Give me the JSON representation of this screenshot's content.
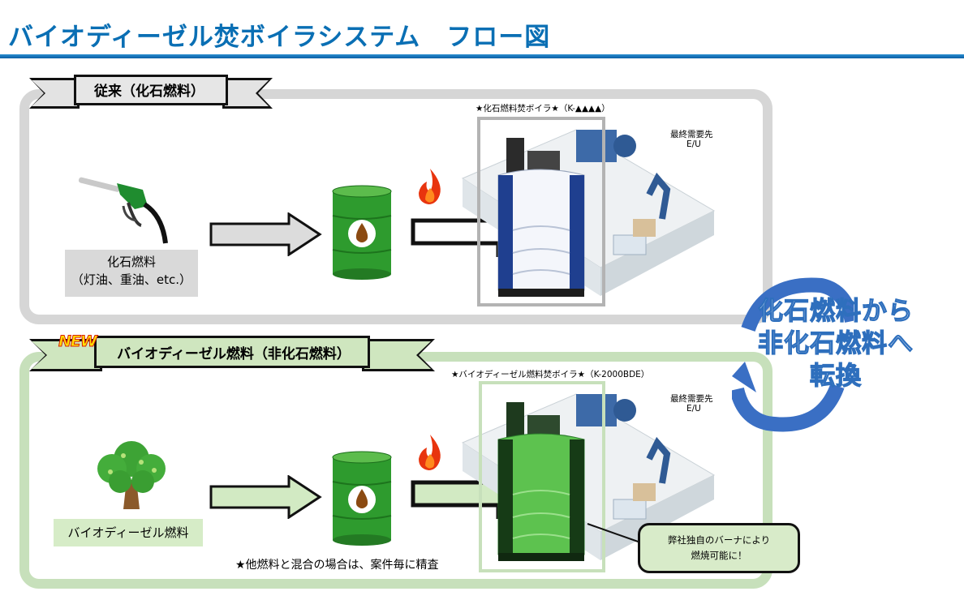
{
  "title": "バイオディーゼル焚ボイラシステム　フロー図",
  "new_badge": "NEW",
  "fossil": {
    "banner": "従来（化石燃料）",
    "source_line1": "化石燃料",
    "source_line2": "（灯油、重油、etc.）",
    "boiler_caption": "★化石燃料焚ボイラ★（K-▲▲▲▲）",
    "end_user_line1": "最終需要先",
    "end_user_line2": "E/U"
  },
  "bio": {
    "banner": "バイオディーゼル燃料（非化石燃料）",
    "source_label": "バイオディーゼル燃料",
    "boiler_caption": "★バイオディーゼル燃料焚ボイラ★（K-2000BDE）",
    "end_user_line1": "最終需要先",
    "end_user_line2": "E/U",
    "note": "★他燃料と混合の場合は、案件毎に精査",
    "callout_line1": "弊社独自のバーナにより",
    "callout_line2": "燃焼可能に！"
  },
  "conversion": {
    "line1": "化石燃料から",
    "line2": "非化石燃料へ",
    "line3": "転換"
  },
  "icons": [
    "fuel-nozzle-icon",
    "tree-icon",
    "oil-drum-icon",
    "flame-icon",
    "arrow-right-icon",
    "boiler-icon",
    "factory-icon",
    "cycle-arrows-icon"
  ],
  "colors": {
    "title_blue": "#0a6fb4",
    "fossil_panel": "#d6d6d6",
    "bio_panel": "#c7e0bb",
    "boiler_blue": "#1f3f8f",
    "boiler_green": "#3fae3a",
    "drum_green": "#2e9b2e",
    "flame": "#e8340e",
    "cycle_blue": "#3a6fc4"
  }
}
